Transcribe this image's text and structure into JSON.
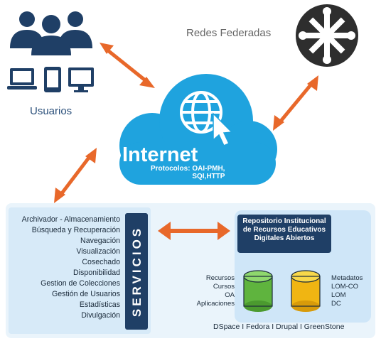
{
  "users": {
    "label": "Usuarios"
  },
  "federated": {
    "label": "Redes Federadas"
  },
  "internet": {
    "title": "Internet",
    "protocols_line1": "Protocolos: OAI-PMH,",
    "protocols_line2": "SQI,HTTP"
  },
  "services": {
    "vertical_label": "SERVICIOS",
    "items": [
      "Archivador - Almacenamiento",
      "Búsqueda y Recuperación",
      "Navegación",
      "Visualización",
      "Cosechado",
      "Disponibilidad",
      "Gestion de Colecciones",
      "Gestión de Usuarios",
      "Estadísticas",
      "Divulgación"
    ]
  },
  "repository": {
    "title_line1": "Repositorio Institucional",
    "title_line2": "de Recursos Educativos",
    "title_line3": "Digitales Abiertos",
    "resources": [
      "Recursos",
      "Cursos",
      "OA",
      "Aplicaciones"
    ],
    "metadata": [
      "Metadatos",
      "LOM-CO",
      "LOM",
      "DC"
    ],
    "platforms": "DSpace I Fedora I Drupal I GreenStone"
  },
  "colors": {
    "navy": "#1f3f66",
    "cloud_blue": "#1fa3de",
    "arrow_orange": "#e8682a",
    "panel_light": "#dceefa",
    "db_green": "#6cc04a",
    "db_yellow": "#f3c21b"
  },
  "icons": [
    "users-group-icon",
    "laptop-icon",
    "tablet-icon",
    "desktop-icon",
    "federated-network-icon",
    "globe-cursor-icon",
    "green-database-icon",
    "yellow-database-icon"
  ]
}
